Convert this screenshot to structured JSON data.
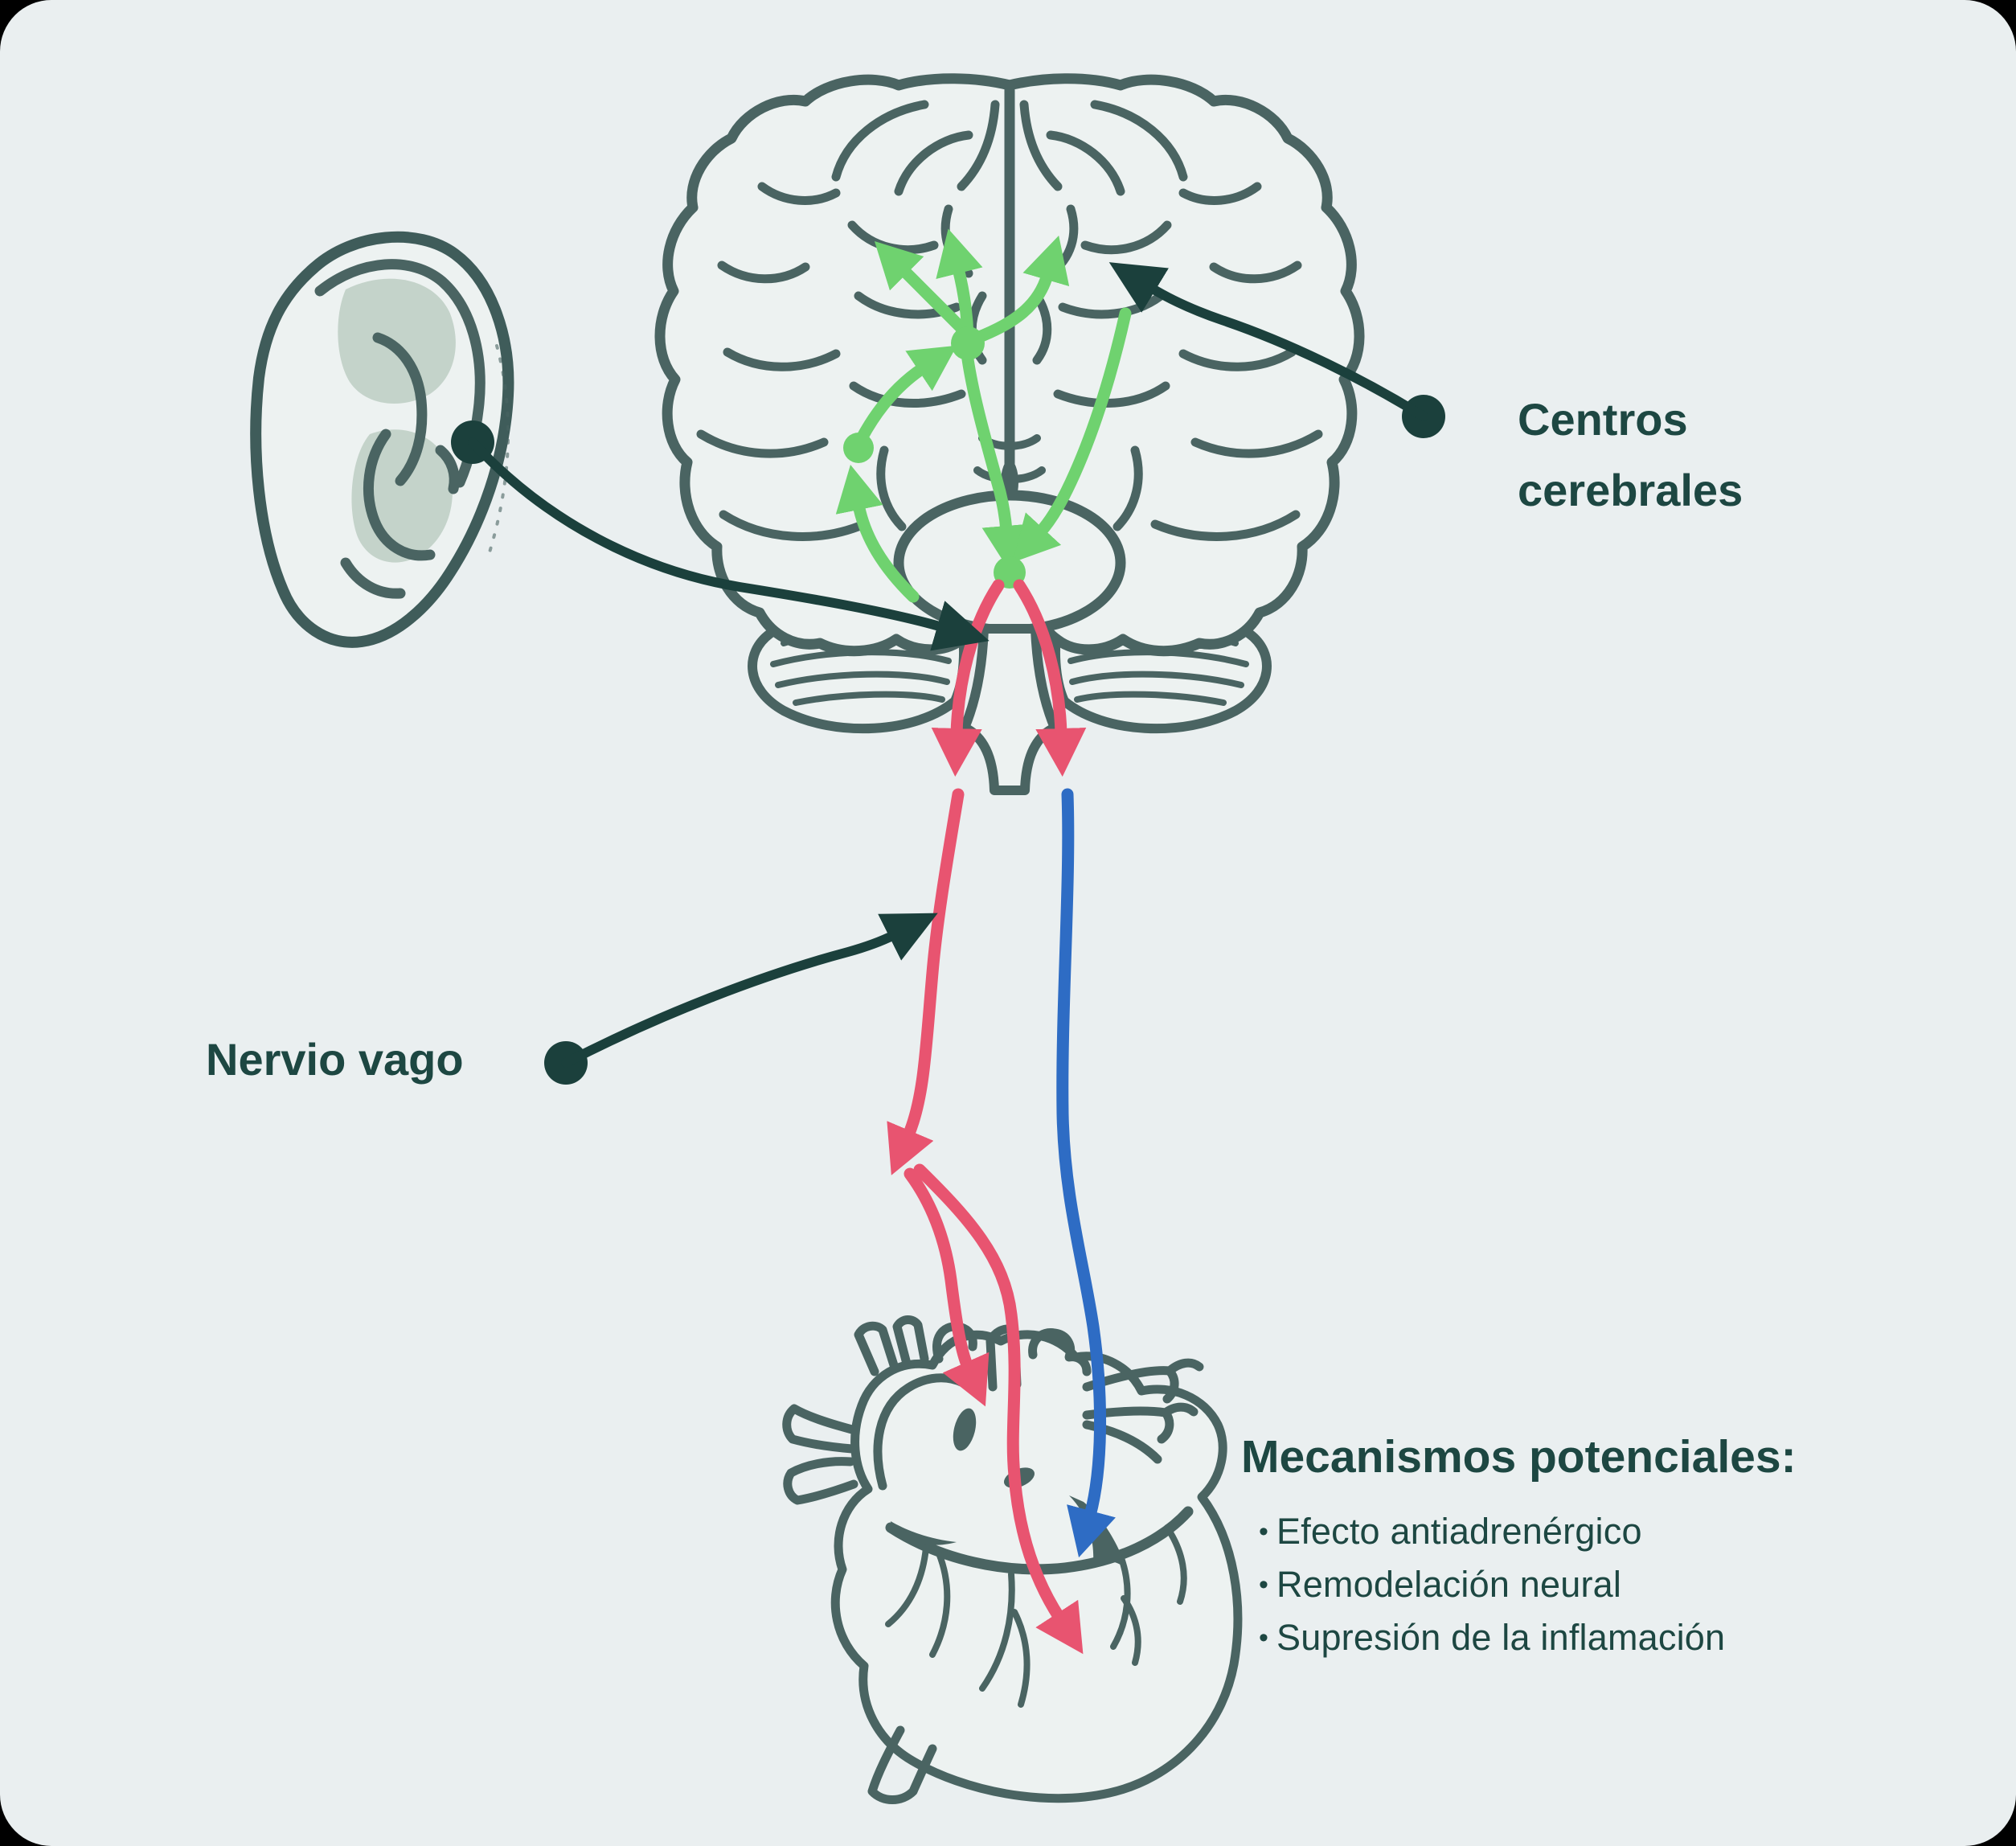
{
  "figure": {
    "title_hidden": "",
    "labels": {
      "brain_centers": "Centros\ncerebrales",
      "vagus_nerve": "Nervio vago"
    },
    "mechanisms": {
      "title": "Mecanismos potenciales:",
      "bullet_char": "•",
      "items": [
        "Efecto antiadrenérgico",
        "Remodelación neural",
        "Supresión de la inflamación"
      ]
    },
    "icons": {
      "ear": "ear-illustration",
      "brain": "brain-frontal-illustration",
      "heart": "anatomical-heart-illustration",
      "green_path": "brain-activation-arrows",
      "red_path": "efferent-vagus-arrows",
      "blue_path": "afferent-feedback-arrow"
    }
  },
  "colors": {
    "background": "#000000",
    "card": "#eaeff0",
    "ink": "#1d4742",
    "pointer": "#1b403c",
    "outline": "#4a6462",
    "outline-dark": "#3f5c5a",
    "sage": "#c4d3ca",
    "fill-light": "#edf2f1",
    "green": "#6fd26f",
    "red": "#e85470",
    "blue": "#2e6cc4"
  }
}
